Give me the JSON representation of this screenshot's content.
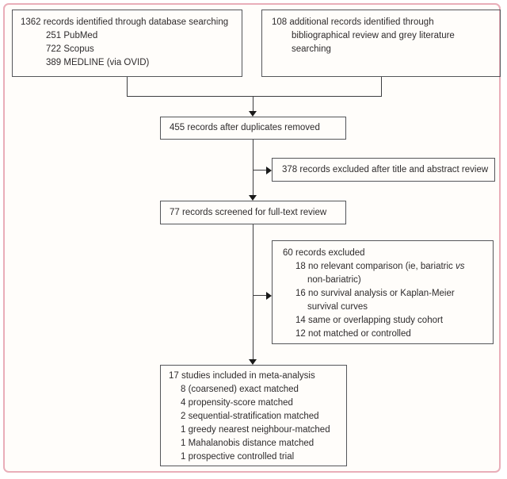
{
  "figure": {
    "type": "flow-diagram",
    "frame_border_color": "#e9aeb9",
    "box_border_color": "#55565a",
    "line_color": "#3e3e40",
    "text_color": "#2e2b2c"
  },
  "boxes": {
    "db_search": {
      "lines": [
        "1362 records identified through database searching",
        "251 PubMed",
        "722 Scopus",
        "389 MEDLINE (via OVID)"
      ]
    },
    "additional": {
      "lines": [
        "108 additional records identified through",
        "bibliographical review and grey literature",
        "searching"
      ]
    },
    "dedup": {
      "text": "455 records after duplicates removed"
    },
    "title_abstract_excluded": {
      "text": "378 records excluded after title and abstract review"
    },
    "fulltext_screened": {
      "text": "77 records screened for full-text review"
    },
    "fulltext_excluded": {
      "lines": [
        "60 records excluded",
        {
          "pre": "18 no relevant comparison (ie, bariatric ",
          "it": "vs"
        },
        "non-bariatric)",
        "16 no survival analysis or Kaplan-Meier",
        "survival curves",
        "14 same or overlapping study cohort",
        "12 not matched or controlled"
      ]
    },
    "included": {
      "lines": [
        "17 studies included in meta-analysis",
        "8 (coarsened) exact matched",
        "4 propensity-score matched",
        "2 sequential-stratification matched",
        "1 greedy nearest neighbour-matched",
        "1 Mahalanobis distance matched",
        "1 prospective controlled trial"
      ]
    }
  }
}
